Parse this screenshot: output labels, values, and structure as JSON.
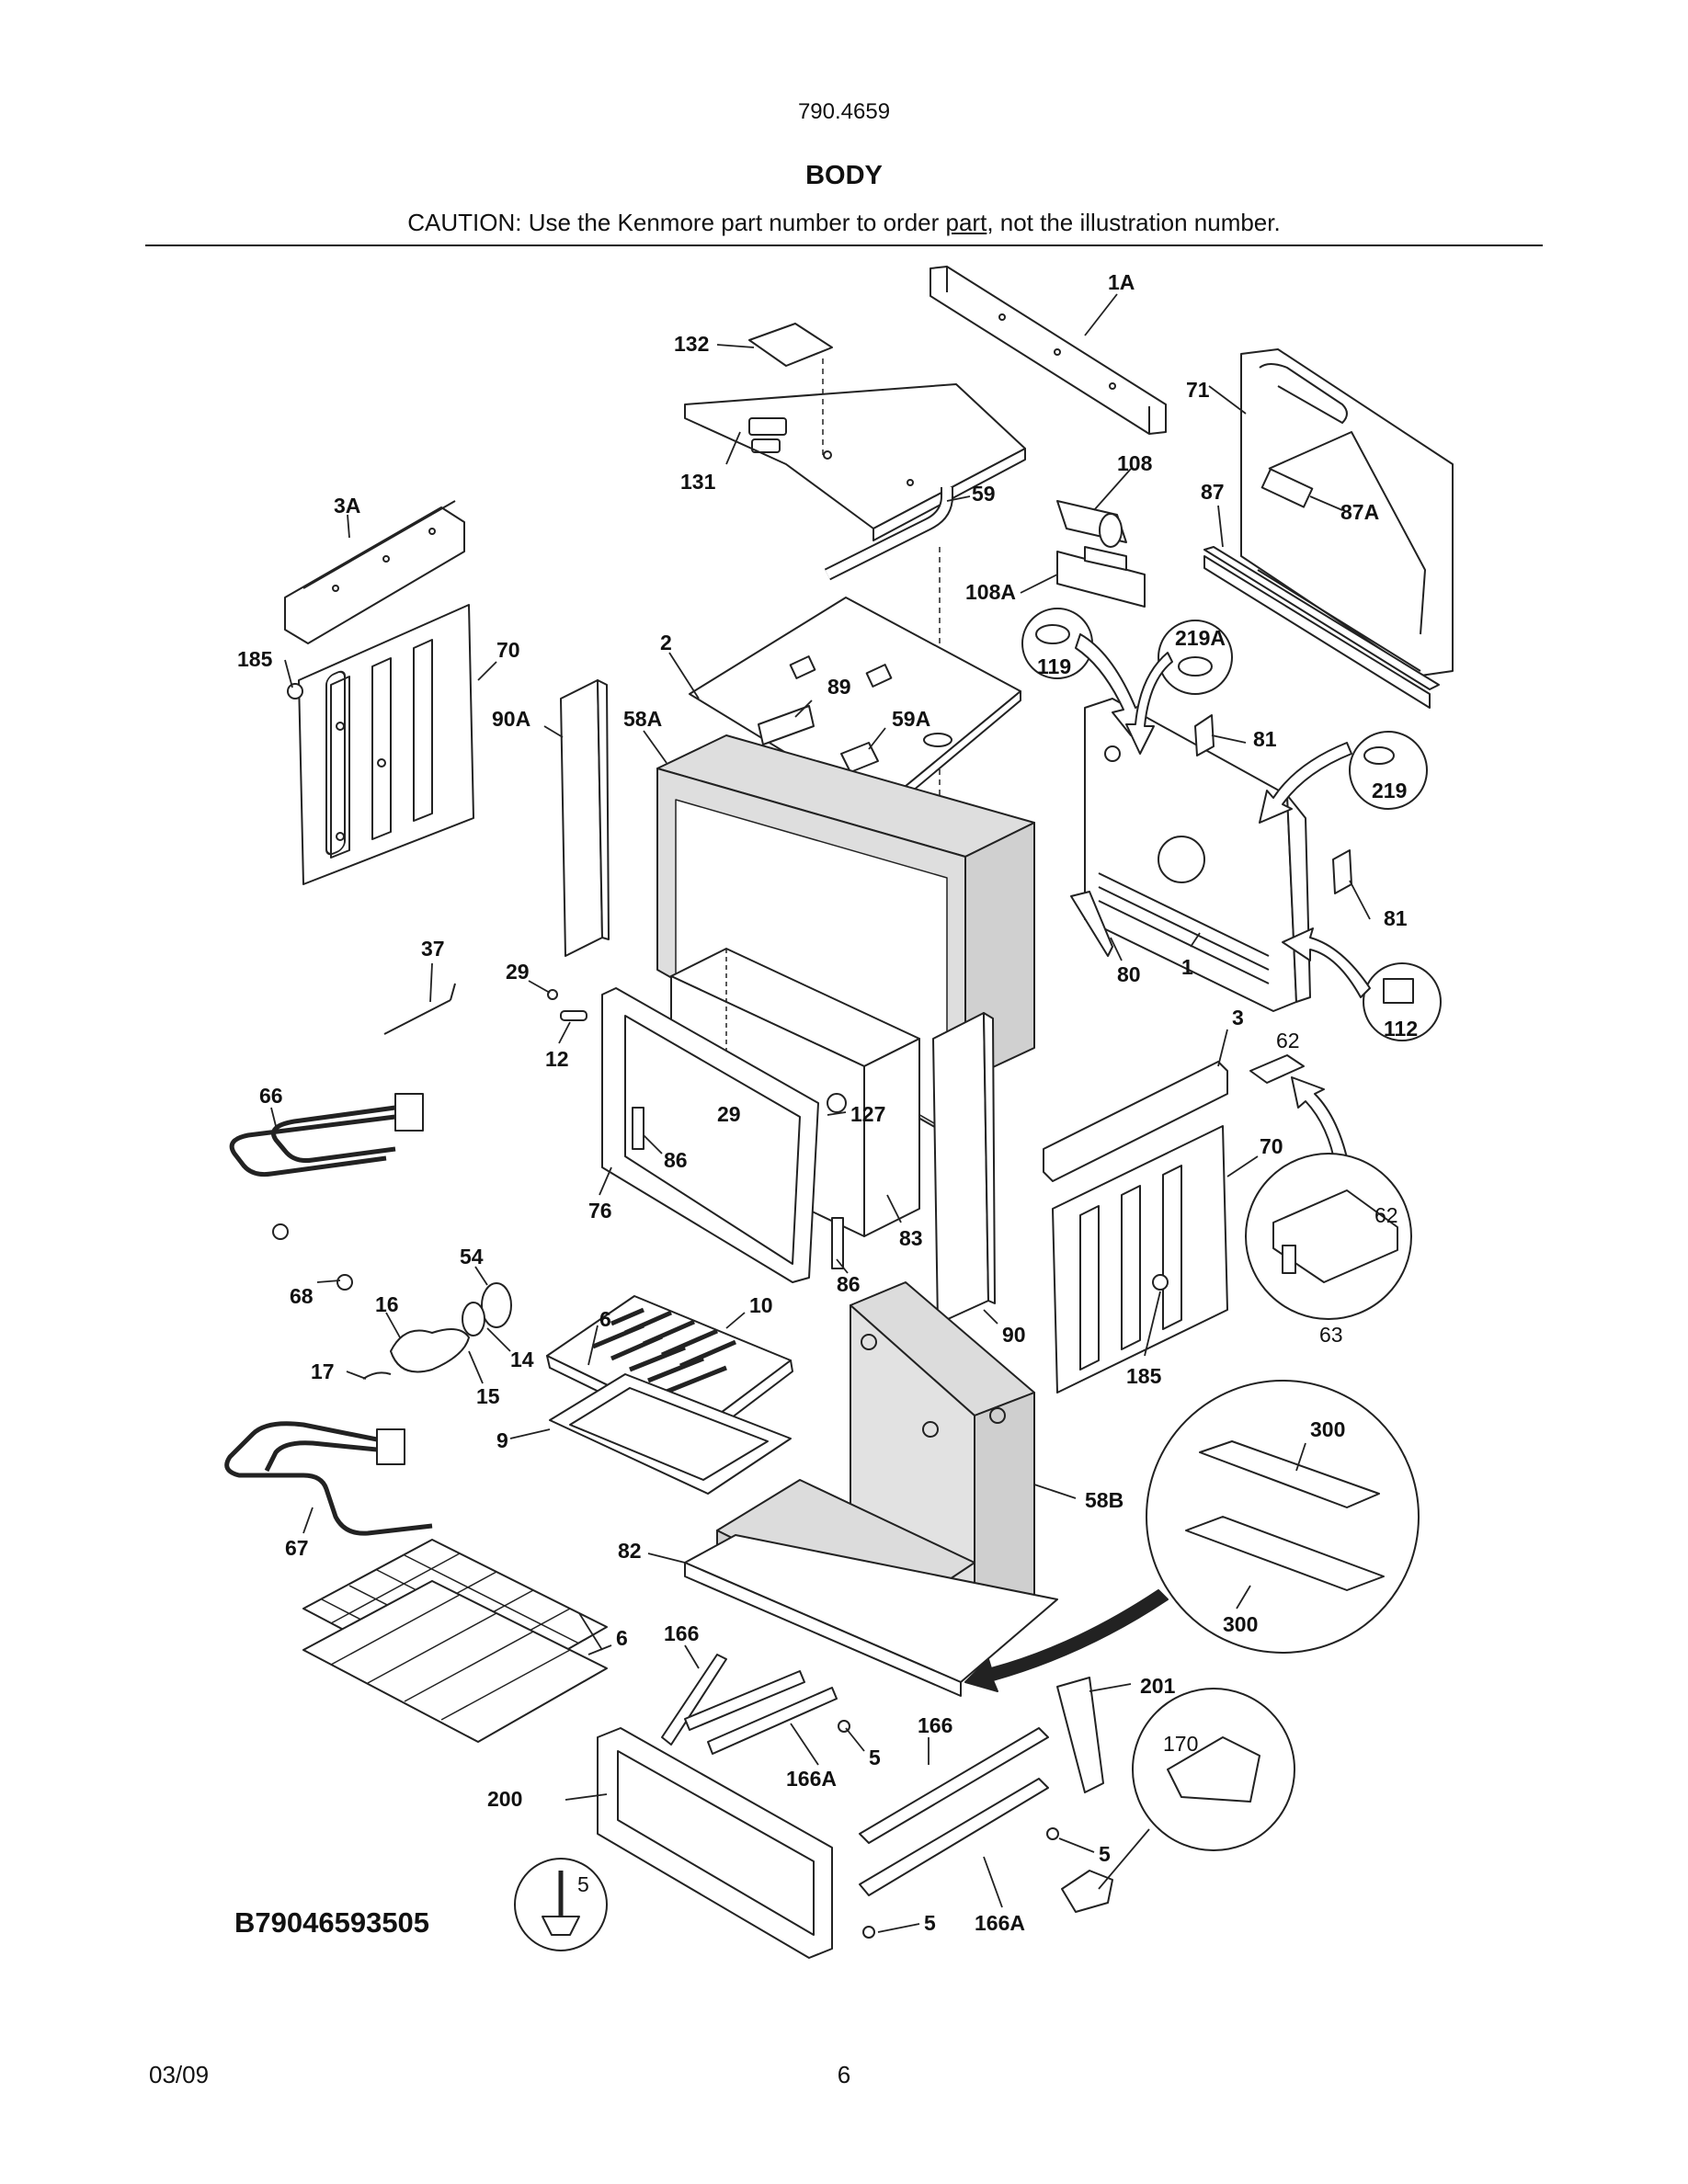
{
  "header": {
    "model_number": "790.4659",
    "section_title": "BODY",
    "caution_prefix": "CAUTION: Use the Kenmore part number to order ",
    "caution_link": "part",
    "caution_suffix": ", not the illustration number."
  },
  "drawing_code": "B79046593505",
  "footer": {
    "date": "03/09",
    "page": "6"
  },
  "callouts": [
    "1A",
    "132",
    "71",
    "131",
    "108",
    "59",
    "87",
    "87A",
    "3A",
    "108A",
    "219A",
    "119",
    "185",
    "70",
    "2",
    "89",
    "90A",
    "58A",
    "59A",
    "81",
    "219",
    "81",
    "37",
    "29",
    "80",
    "1",
    "112",
    "12",
    "3",
    "62",
    "66",
    "29",
    "127",
    "86",
    "70",
    "76",
    "83",
    "86",
    "62",
    "54",
    "68",
    "16",
    "10",
    "14",
    "90",
    "63",
    "185",
    "17",
    "15",
    "9",
    "300",
    "58B",
    "67",
    "82",
    "300",
    "6",
    "6",
    "166",
    "201",
    "166",
    "170",
    "5",
    "166A",
    "5",
    "200",
    "5",
    "5",
    "166A"
  ]
}
